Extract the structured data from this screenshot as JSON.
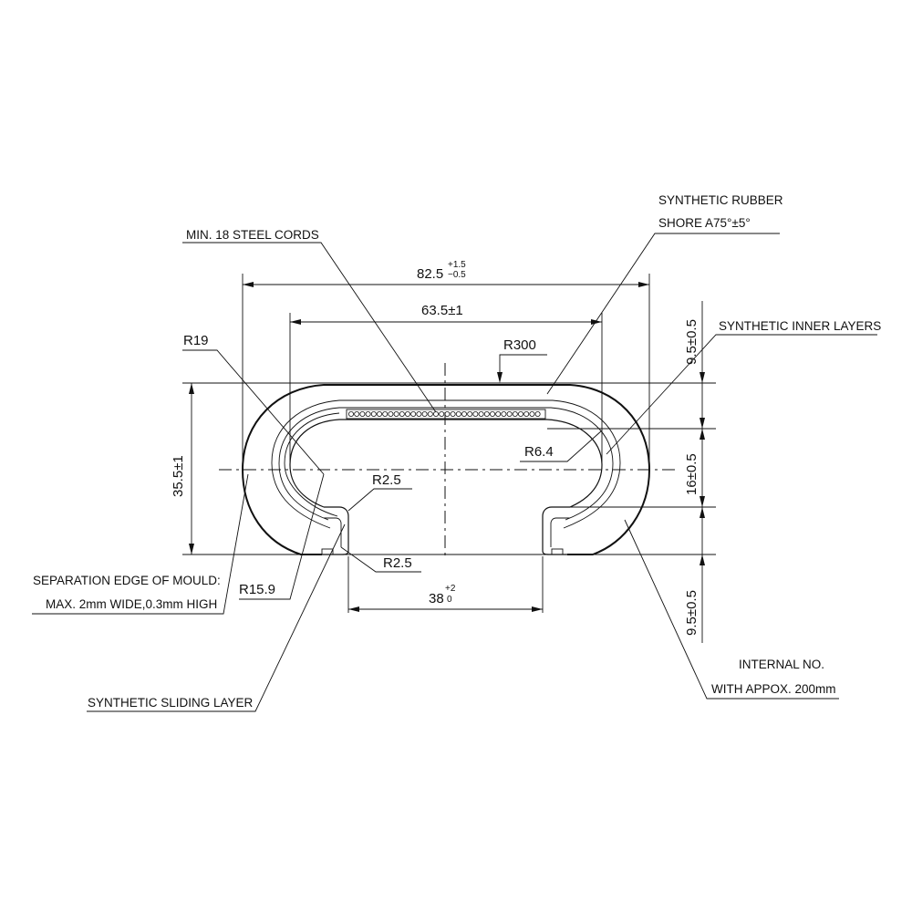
{
  "labels": {
    "synthetic_rubber_1": "SYNTHETIC RUBBER",
    "synthetic_rubber_2": "SHORE A75°±5°",
    "steel_cords": "MIN. 18 STEEL CORDS",
    "inner_layers": "SYNTHETIC INNER LAYERS",
    "separation_edge_1": "SEPARATION EDGE OF MOULD:",
    "separation_edge_2": "MAX. 2mm WIDE,0.3mm HIGH",
    "sliding_layer": "SYNTHETIC SLIDING LAYER",
    "internal_no_1": "INTERNAL NO.",
    "internal_no_2": "WITH APPOX. 200mm"
  },
  "dimensions": {
    "overall_width": "82.5",
    "overall_width_upper": "+1.5",
    "overall_width_lower": "−0.5",
    "inner_width": "63.5±1",
    "opening_width": "38",
    "opening_upper": "+2",
    "opening_lower": "0",
    "height": "35.5±1",
    "top_thickness": "9.5±0.5",
    "middle_height": "16±0.5",
    "bottom_thickness": "9.5±0.5",
    "radius_top": "R300",
    "radius_outer": "R19",
    "radius_inner": "R6.4",
    "radius_lip_1": "R2.5",
    "radius_lip_2": "R2.5",
    "radius_lip_outer": "R15.9"
  }
}
